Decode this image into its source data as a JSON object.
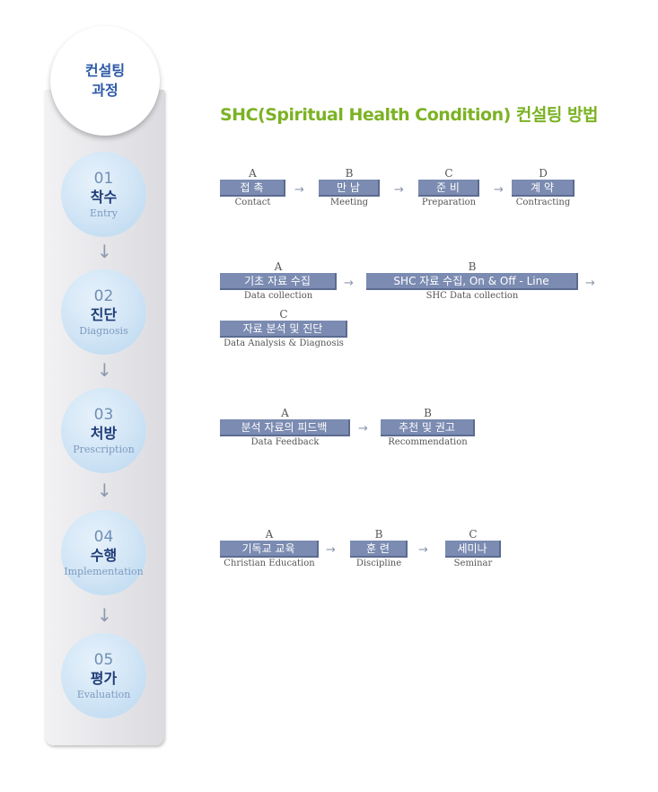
{
  "sidebar": {
    "header_line1": "컨설팅",
    "header_line2": "과정",
    "steps": [
      {
        "num": "01",
        "ko": "착수",
        "en": "Entry"
      },
      {
        "num": "02",
        "ko": "진단",
        "en": "Diagnosis"
      },
      {
        "num": "03",
        "ko": "처방",
        "en": "Prescription"
      },
      {
        "num": "04",
        "ko": "수행",
        "en": "Implementation"
      },
      {
        "num": "05",
        "ko": "평가",
        "en": "Evaluation"
      }
    ],
    "arrow_glyph": "↓"
  },
  "main": {
    "title": "SHC(Spiritual Health Condition) 컨설팅 방법",
    "arrow_glyph": "→",
    "row1": [
      {
        "letter": "A",
        "label": "접 촉",
        "sub": "Contact"
      },
      {
        "letter": "B",
        "label": "만 남",
        "sub": "Meeting"
      },
      {
        "letter": "C",
        "label": "준 비",
        "sub": "Preparation"
      },
      {
        "letter": "D",
        "label": "계 약",
        "sub": "Contracting"
      }
    ],
    "row2": [
      {
        "letter": "A",
        "label": "기초 자료 수집",
        "sub": "Data collection"
      },
      {
        "letter": "B",
        "label": "SHC 자료 수집, On & Off - Line",
        "sub": "SHC Data collection"
      },
      {
        "letter": "C",
        "label": "자료 분석 및 진단",
        "sub": "Data Analysis & Diagnosis"
      }
    ],
    "row3": [
      {
        "letter": "A",
        "label": "분석 자료의 피드백",
        "sub": "Data Feedback"
      },
      {
        "letter": "B",
        "label": "추천 및 권고",
        "sub": "Recommendation"
      }
    ],
    "row4": [
      {
        "letter": "A",
        "label": "기독교 교육",
        "sub": "Christian Education"
      },
      {
        "letter": "B",
        "label": "훈 련",
        "sub": "Discipline"
      },
      {
        "letter": "C",
        "label": "세미나",
        "sub": "Seminar"
      }
    ]
  }
}
